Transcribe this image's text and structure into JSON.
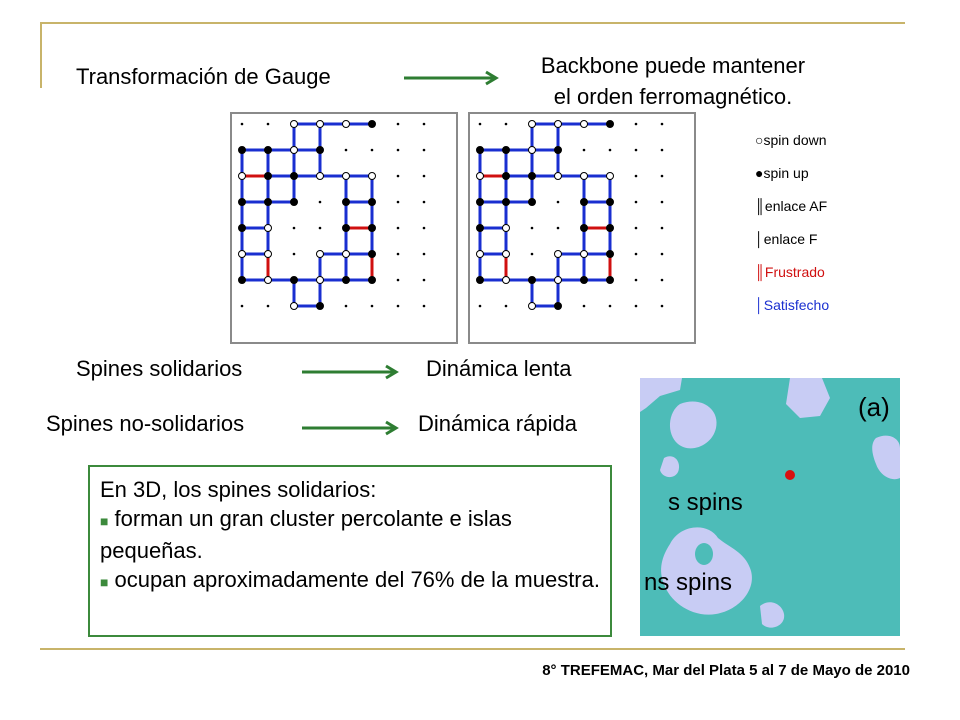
{
  "header": {
    "left_label": "Transformación de Gauge",
    "right_line1": "Backbone puede mantener",
    "right_line2": "el orden ferromagnético."
  },
  "legend": [
    {
      "symbol": "○",
      "text": "spin down",
      "color": "#000000"
    },
    {
      "symbol": "●",
      "text": "spin up",
      "color": "#000000"
    },
    {
      "symbol": "║",
      "text": "enlace AF",
      "color": "#000000"
    },
    {
      "symbol": "│",
      "text": "enlace F",
      "color": "#000000"
    },
    {
      "symbol": "║",
      "text": "Frustrado",
      "color": "#d01010"
    },
    {
      "symbol": "│",
      "text": "Satisfecho",
      "color": "#1a2fd0"
    }
  ],
  "relations": {
    "row1_left": "Spines solidarios",
    "row1_right": "Dinámica lenta",
    "row2_left": "Spines no-solidarios",
    "row2_right": "Dinámica rápida"
  },
  "box": {
    "intro": "En 3D, los spines solidarios:",
    "bullets": [
      "forman un gran cluster percolante e islas pequeñas.",
      "ocupan aproximadamente del 76% de la muestra."
    ]
  },
  "figure": {
    "panel_label": "(a)",
    "s_label": "s spins",
    "ns_label": "ns spins"
  },
  "footer": "8° TREFEMAC, Mar del Plata 5 al 7 de Mayo de 2010",
  "colors": {
    "accent_rule": "#c8b46a",
    "arrow": "#2e7d32",
    "satisfied": "#1a2fd0",
    "frustrated": "#d01010",
    "sea": "#4dbcb8",
    "island": "#c8ccf4"
  }
}
